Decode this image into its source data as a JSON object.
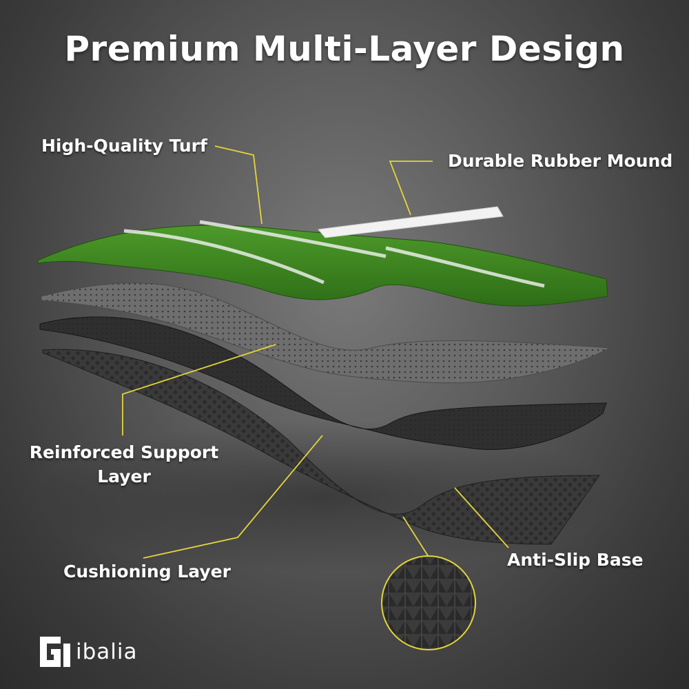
{
  "title": "Premium Multi-Layer Design",
  "labels": {
    "turf": "High-Quality Turf",
    "mound": "Durable Rubber Mound",
    "support_line1": "Reinforced Support",
    "support_line2": "Layer",
    "cushion": "Cushioning Layer",
    "base": "Anti-Slip Base"
  },
  "brand": {
    "name": "ibalia"
  },
  "colors": {
    "turf_green": "#3f8a22",
    "callout_yellow": "#e3d63a",
    "support_gray": "#6c6c6c",
    "cushion_dark": "#2c2c2c",
    "base_dark": "#333333"
  },
  "icons": [
    "gibalia-logo-icon"
  ]
}
